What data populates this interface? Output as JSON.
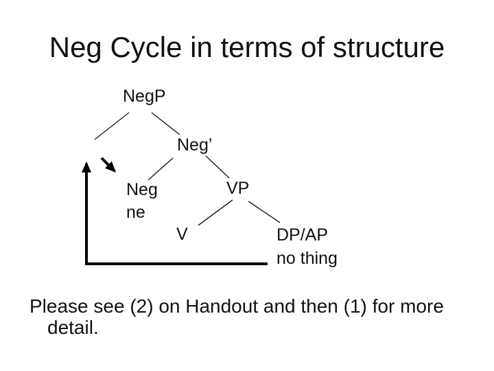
{
  "slide": {
    "title": "Neg Cycle in terms of structure",
    "background_color": "#ffffff",
    "text_color": "#111111",
    "line_color": "#1a1a1a",
    "arrow_color": "#000000"
  },
  "tree": {
    "nodes": {
      "negp": "NegP",
      "neg_bar": "Neg’",
      "neg_head": "Neg",
      "neg_word": "ne",
      "vp": "VP",
      "v": "V",
      "dp_ap": "DP/AP",
      "dp_word": "no thing"
    }
  },
  "footer": {
    "note": "Please see (2) on Handout and then (1) for more detail."
  }
}
